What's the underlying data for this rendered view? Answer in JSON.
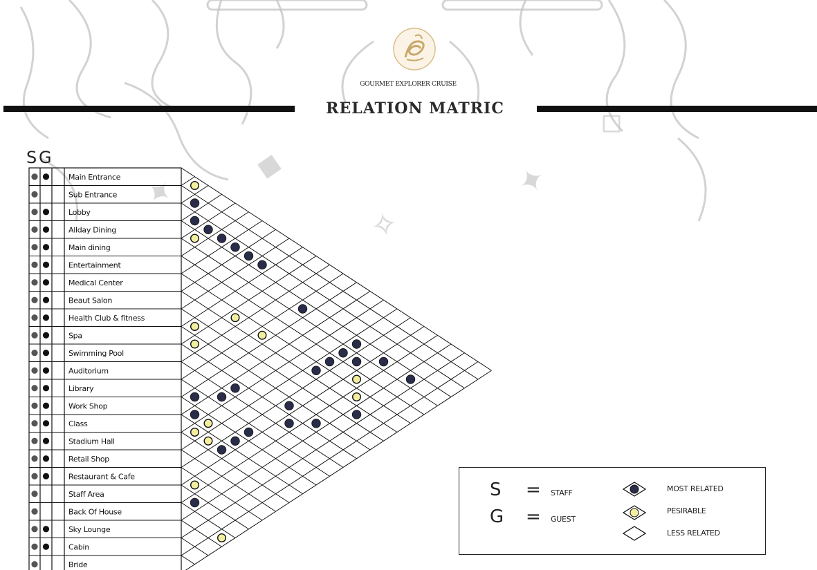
{
  "header": {
    "brand_text": "GOURMET EXPLORER CRUISE",
    "title": "RELATION MATRIC"
  },
  "columns": {
    "s_label": "S",
    "g_label": "G"
  },
  "rows": [
    {
      "label": "Main Entrance",
      "s": true,
      "g": true
    },
    {
      "label": "Sub Entrance",
      "s": true,
      "g": false
    },
    {
      "label": "Lobby",
      "s": true,
      "g": true
    },
    {
      "label": "Allday Dining",
      "s": true,
      "g": true
    },
    {
      "label": "Main dining",
      "s": true,
      "g": true
    },
    {
      "label": "Entertainment",
      "s": true,
      "g": true
    },
    {
      "label": "Medical Center",
      "s": true,
      "g": true
    },
    {
      "label": "Beaut Salon",
      "s": true,
      "g": true
    },
    {
      "label": "Health Club & fitness",
      "s": true,
      "g": true
    },
    {
      "label": "Spa",
      "s": true,
      "g": true
    },
    {
      "label": "Swimming Pool",
      "s": true,
      "g": true
    },
    {
      "label": "Auditorium",
      "s": true,
      "g": true
    },
    {
      "label": "Library",
      "s": true,
      "g": true
    },
    {
      "label": "Work Shop",
      "s": true,
      "g": true
    },
    {
      "label": "Class",
      "s": true,
      "g": true
    },
    {
      "label": "Stadium Hall",
      "s": true,
      "g": true
    },
    {
      "label": "Retail Shop",
      "s": true,
      "g": true
    },
    {
      "label": "Restaurant & Cafe",
      "s": true,
      "g": true
    },
    {
      "label": "Staff Area",
      "s": true,
      "g": false
    },
    {
      "label": "Back Of House",
      "s": true,
      "g": false
    },
    {
      "label": "Sky Lounge",
      "s": true,
      "g": true
    },
    {
      "label": "Cabin",
      "s": true,
      "g": true
    },
    {
      "label": "Bride",
      "s": true,
      "g": false
    }
  ],
  "relations": [
    {
      "rows": [
        0,
        1
      ],
      "level": "desirable"
    },
    {
      "rows": [
        1,
        2
      ],
      "level": "most"
    },
    {
      "rows": [
        2,
        3
      ],
      "level": "most"
    },
    {
      "rows": [
        3,
        4
      ],
      "level": "desirable"
    },
    {
      "rows": [
        2,
        4
      ],
      "level": "most"
    },
    {
      "rows": [
        2,
        5
      ],
      "level": "most"
    },
    {
      "rows": [
        2,
        6
      ],
      "level": "most"
    },
    {
      "rows": [
        2,
        7
      ],
      "level": "most"
    },
    {
      "rows": [
        2,
        8
      ],
      "level": "most"
    },
    {
      "rows": [
        3,
        12
      ],
      "level": "most"
    },
    {
      "rows": [
        8,
        9
      ],
      "level": "desirable"
    },
    {
      "rows": [
        9,
        10
      ],
      "level": "desirable"
    },
    {
      "rows": [
        6,
        10
      ],
      "level": "desirable"
    },
    {
      "rows": [
        6,
        12
      ],
      "level": "desirable"
    },
    {
      "rows": [
        6,
        16
      ],
      "level": "most"
    },
    {
      "rows": [
        5,
        16
      ],
      "level": "most"
    },
    {
      "rows": [
        4,
        16
      ],
      "level": "most"
    },
    {
      "rows": [
        3,
        16
      ],
      "level": "most"
    },
    {
      "rows": [
        4,
        17
      ],
      "level": "most"
    },
    {
      "rows": [
        5,
        18
      ],
      "level": "desirable"
    },
    {
      "rows": [
        9,
        17
      ],
      "level": "most"
    },
    {
      "rows": [
        10,
        18
      ],
      "level": "most"
    },
    {
      "rows": [
        9,
        19
      ],
      "level": "most"
    },
    {
      "rows": [
        7,
        20
      ],
      "level": "most"
    },
    {
      "rows": [
        3,
        18
      ],
      "level": "most"
    },
    {
      "rows": [
        3,
        20
      ],
      "level": "most"
    },
    {
      "rows": [
        6,
        19
      ],
      "level": "desirable"
    },
    {
      "rows": [
        11,
        14
      ],
      "level": "most"
    },
    {
      "rows": [
        10,
        14
      ],
      "level": "most"
    },
    {
      "rows": [
        12,
        13
      ],
      "level": "most"
    },
    {
      "rows": [
        13,
        14
      ],
      "level": "most"
    },
    {
      "rows": [
        13,
        15
      ],
      "level": "desirable"
    },
    {
      "rows": [
        14,
        15
      ],
      "level": "desirable"
    },
    {
      "rows": [
        14,
        16
      ],
      "level": "desirable"
    },
    {
      "rows": [
        12,
        17
      ],
      "level": "most"
    },
    {
      "rows": [
        13,
        17
      ],
      "level": "most"
    },
    {
      "rows": [
        14,
        17
      ],
      "level": "most"
    },
    {
      "rows": [
        17,
        18
      ],
      "level": "desirable"
    },
    {
      "rows": [
        18,
        19
      ],
      "level": "most"
    },
    {
      "rows": [
        19,
        22
      ],
      "level": "desirable"
    }
  ],
  "legend": {
    "s_symbol": "S",
    "g_symbol": "G",
    "equals": "=",
    "s_meaning": "STAFF",
    "g_meaning": "GUEST",
    "most_related": "MOST RELATED",
    "desirable": "PESIRABLE",
    "less_related": "LESS RELATED"
  },
  "colors": {
    "most": "#2a2d4a",
    "desirable": "#f2f0a0",
    "staff_dot": "#555555",
    "guest_dot": "#111111",
    "logo_gold": "#c9a86a",
    "watermark": "#bdbdbd"
  }
}
